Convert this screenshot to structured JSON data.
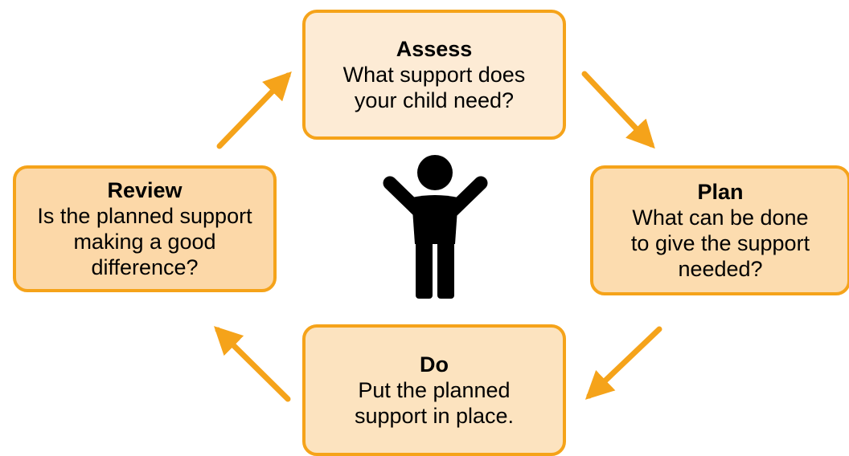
{
  "colors": {
    "accent": "#f5a31a",
    "figure": "#000000"
  },
  "icons": {
    "center": "child-arms-raised-icon",
    "arrows": "arrow-icon"
  },
  "steps": {
    "assess": {
      "title": "Assess",
      "line1": "What support does",
      "line2": "your child need?"
    },
    "plan": {
      "title": "Plan",
      "line1": "What can be done",
      "line2": "to give the support",
      "line3": "needed?"
    },
    "do": {
      "title": "Do",
      "line1": "Put the planned",
      "line2": "support in place."
    },
    "review": {
      "title": "Review",
      "line1": "Is the planned support",
      "line2": "making a good",
      "line3": "difference?"
    }
  }
}
